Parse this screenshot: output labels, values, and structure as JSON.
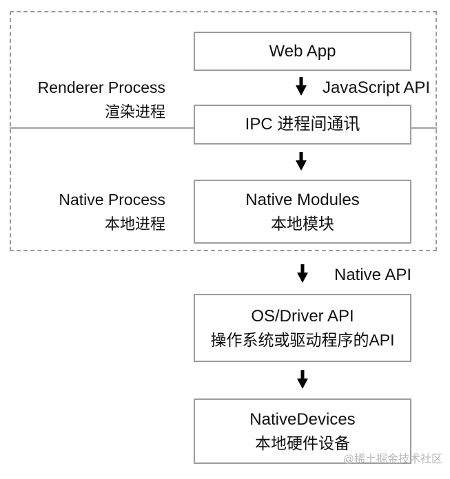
{
  "diagram": {
    "groups": {
      "renderer": {
        "label_en": "Renderer Process",
        "label_zh": "渲染进程"
      },
      "native": {
        "label_en": "Native Process",
        "label_zh": "本地进程"
      }
    },
    "nodes": {
      "web_app": {
        "title": "Web App"
      },
      "ipc": {
        "title": "IPC 进程间通讯"
      },
      "native_modules": {
        "title": "Native Modules",
        "subtitle": "本地模块"
      },
      "os_driver": {
        "title": "OS/Driver API",
        "subtitle": "操作系统或驱动程序的API"
      },
      "native_devices": {
        "title": "NativeDevices",
        "subtitle": "本地硬件设备"
      }
    },
    "arrow_labels": {
      "javascript_api": "JavaScript API",
      "native_api": "Native API"
    },
    "watermark": "@稀土掘金技术社区",
    "colors": {
      "box_border": "#9c9c9c",
      "dashed_border": "#9c9c9c",
      "separator_line": "#a0a0a0",
      "text": "#111111",
      "arrow": "#000000",
      "watermark": "#b9b9b9",
      "background": "#ffffff"
    }
  }
}
